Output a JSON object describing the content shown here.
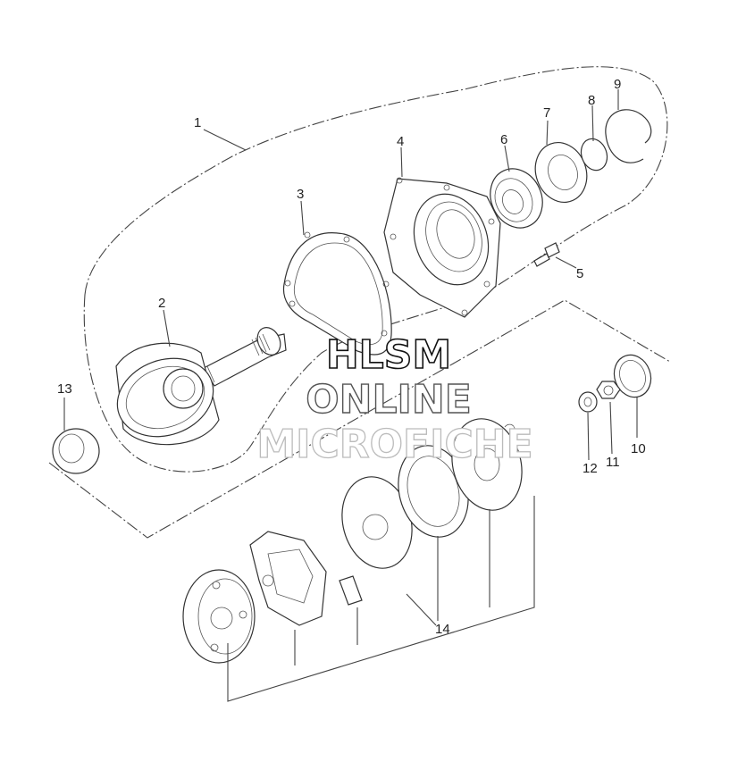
{
  "callouts": [
    "1",
    "2",
    "3",
    "4",
    "5",
    "6",
    "7",
    "8",
    "9",
    "10",
    "11",
    "12",
    "13",
    "14"
  ],
  "watermark": {
    "line1": "HLSM",
    "line2": "ONLINE",
    "line3": "MICROFICHE"
  }
}
